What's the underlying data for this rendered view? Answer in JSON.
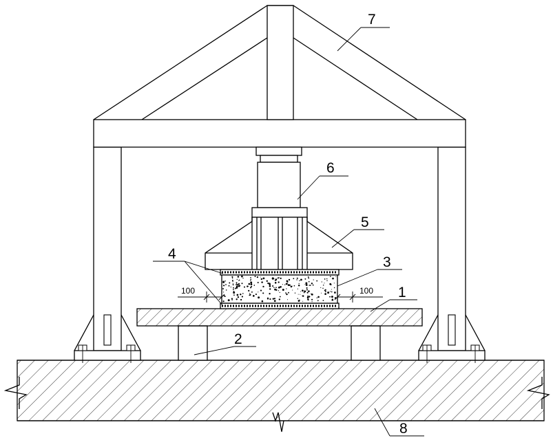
{
  "labels": {
    "l1": "1",
    "l2": "2",
    "l3": "3",
    "l4": "4",
    "l5": "5",
    "l6": "6",
    "l7": "7",
    "l8": "8"
  },
  "dimensions": {
    "left_gap": "100",
    "right_gap": "100"
  }
}
